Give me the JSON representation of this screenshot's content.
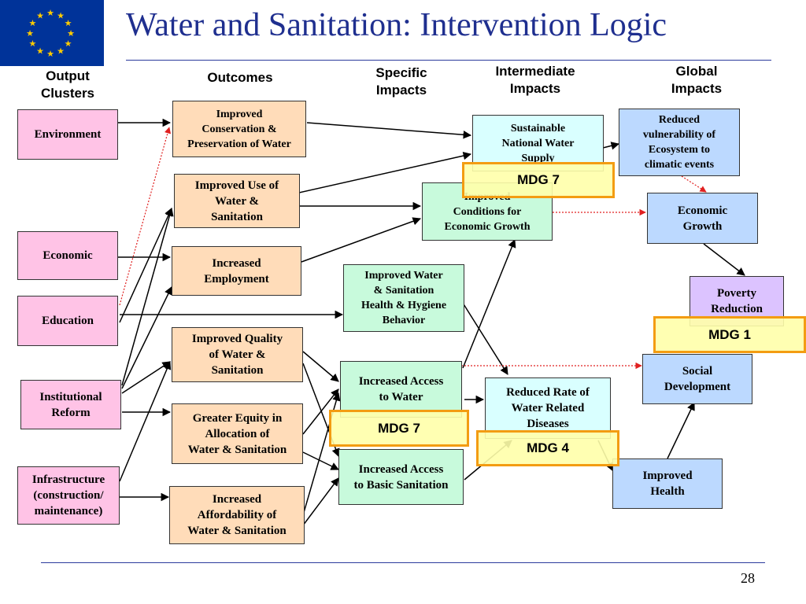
{
  "title": "Water and Sanitation: Intervention Logic",
  "page_number": "28",
  "logo": {
    "name": "EU flag",
    "background": "#003399",
    "stars": "#ffcc00"
  },
  "colors": {
    "title": "#1f2f8f",
    "rule": "#2a3a9c",
    "mdg_border": "#f39c12",
    "dotted_link": "#e02020"
  },
  "headers": {
    "output_clusters": "Output\nClusters",
    "outcomes": "Outcomes",
    "specific": "Specific\nImpacts",
    "intermediate": "Intermediate\nImpacts",
    "global": "Global\nImpacts"
  },
  "boxes": {
    "environment": "Environment",
    "economic": "Economic",
    "education": "Education",
    "institutional": "Institutional\nReform",
    "infrastructure": "Infrastructure\n(construction/\nmaintenance)",
    "conservation": "Improved\nConservation &\nPreservation of Water",
    "use": "Improved Use of\nWater &\nSanitation",
    "employment": "Increased\nEmployment",
    "quality": "Improved Quality\nof Water &\nSanitation",
    "equity": "Greater Equity in\nAllocation of\nWater & Sanitation",
    "affordability": "Increased\nAffordability of\nWater & Sanitation",
    "supply": "Sustainable\nNational Water\nSupply",
    "conditions": "Improved\nConditions for\nEconomic Growth",
    "behavior": "Improved Water\n& Sanitation\nHealth & Hygiene\nBehavior",
    "access_water": "Increased Access\nto Water",
    "access_sanitation": "Increased Access\nto Basic Sanitation",
    "diseases": "Reduced Rate of\nWater Related\nDiseases",
    "vulnerability": "Reduced\nvulnerability of\nEcosystem to\nclimatic events",
    "econ_growth": "Economic\nGrowth",
    "poverty": "Poverty\nReduction",
    "social": "Social\nDevelopment",
    "health": "Improved\nHealth"
  },
  "mdg": {
    "supply": "MDG 7",
    "poverty": "MDG 1",
    "water": "MDG 7",
    "diseases": "MDG 4"
  }
}
